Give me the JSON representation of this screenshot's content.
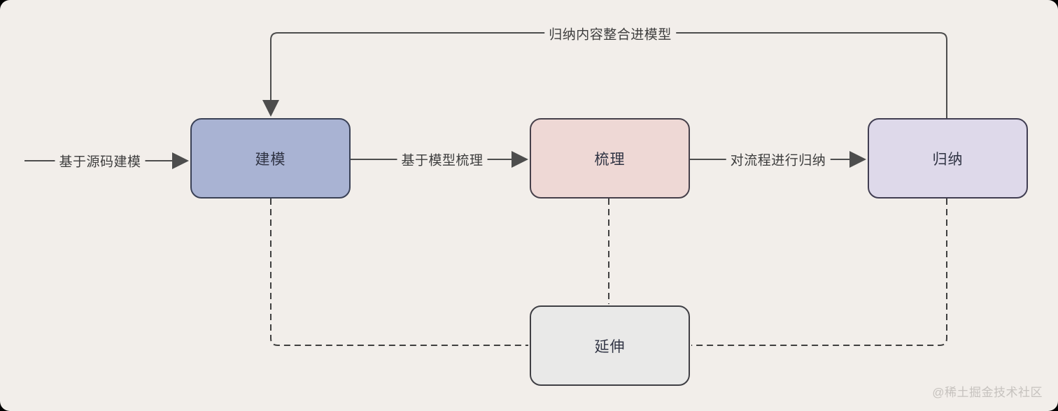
{
  "canvas": {
    "background": "#f2eeea",
    "outer_background": "#000000",
    "connector_color": "#4d4d4d"
  },
  "nodes": [
    {
      "id": "jianmo",
      "label": "建模",
      "fill": "#a9b3d3",
      "border": "#3a4156"
    },
    {
      "id": "shuli",
      "label": "梳理",
      "fill": "#eed8d5",
      "border": "#46404a"
    },
    {
      "id": "guina",
      "label": "归纳",
      "fill": "#ded9ea",
      "border": "#413e52"
    },
    {
      "id": "yanshen",
      "label": "延伸",
      "fill": "#e9e9e8",
      "border": "#3f3f44"
    }
  ],
  "edges": [
    {
      "id": "source-to-jianmo",
      "label": "基于源码建模",
      "style": "solid-arrow"
    },
    {
      "id": "jianmo-to-shuli",
      "label": "基于模型梳理",
      "style": "solid-arrow"
    },
    {
      "id": "shuli-to-guina",
      "label": "对流程进行归纳",
      "style": "solid-arrow"
    },
    {
      "id": "guina-to-jianmo",
      "label": "归纳内容整合进模型",
      "style": "solid-arrow-loop"
    },
    {
      "id": "jianmo-to-yanshen",
      "label": "",
      "style": "dashed"
    },
    {
      "id": "shuli-to-yanshen",
      "label": "",
      "style": "dashed"
    },
    {
      "id": "guina-to-yanshen",
      "label": "",
      "style": "dashed"
    }
  ],
  "watermark": "@稀土掘金技术社区"
}
